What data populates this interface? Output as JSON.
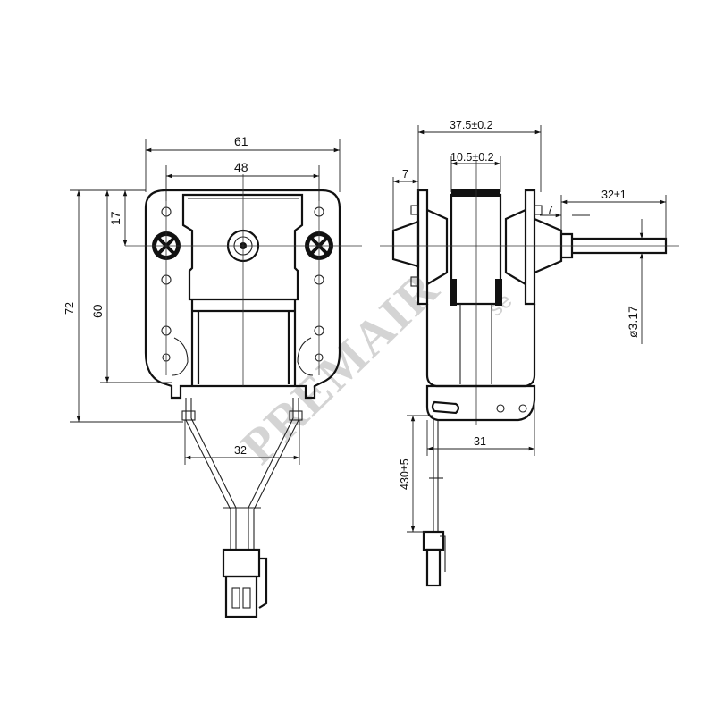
{
  "watermark": {
    "text": "PREMAIR",
    "sub": "se"
  },
  "front_view": {
    "dims": {
      "overall_width": "61",
      "hole_spacing": "48",
      "overall_height": "72",
      "hole_height": "60",
      "top_offset": "17",
      "bracket_width": "32"
    }
  },
  "side_view": {
    "dims": {
      "overall_depth": "37.5±0.2",
      "core_width": "10.5±0.2",
      "flange": "7",
      "shaft_length": "32±1",
      "shaft_step": "7",
      "shaft_diameter": "ø3.17",
      "lead_length": "430±5",
      "base_length": "31"
    }
  }
}
